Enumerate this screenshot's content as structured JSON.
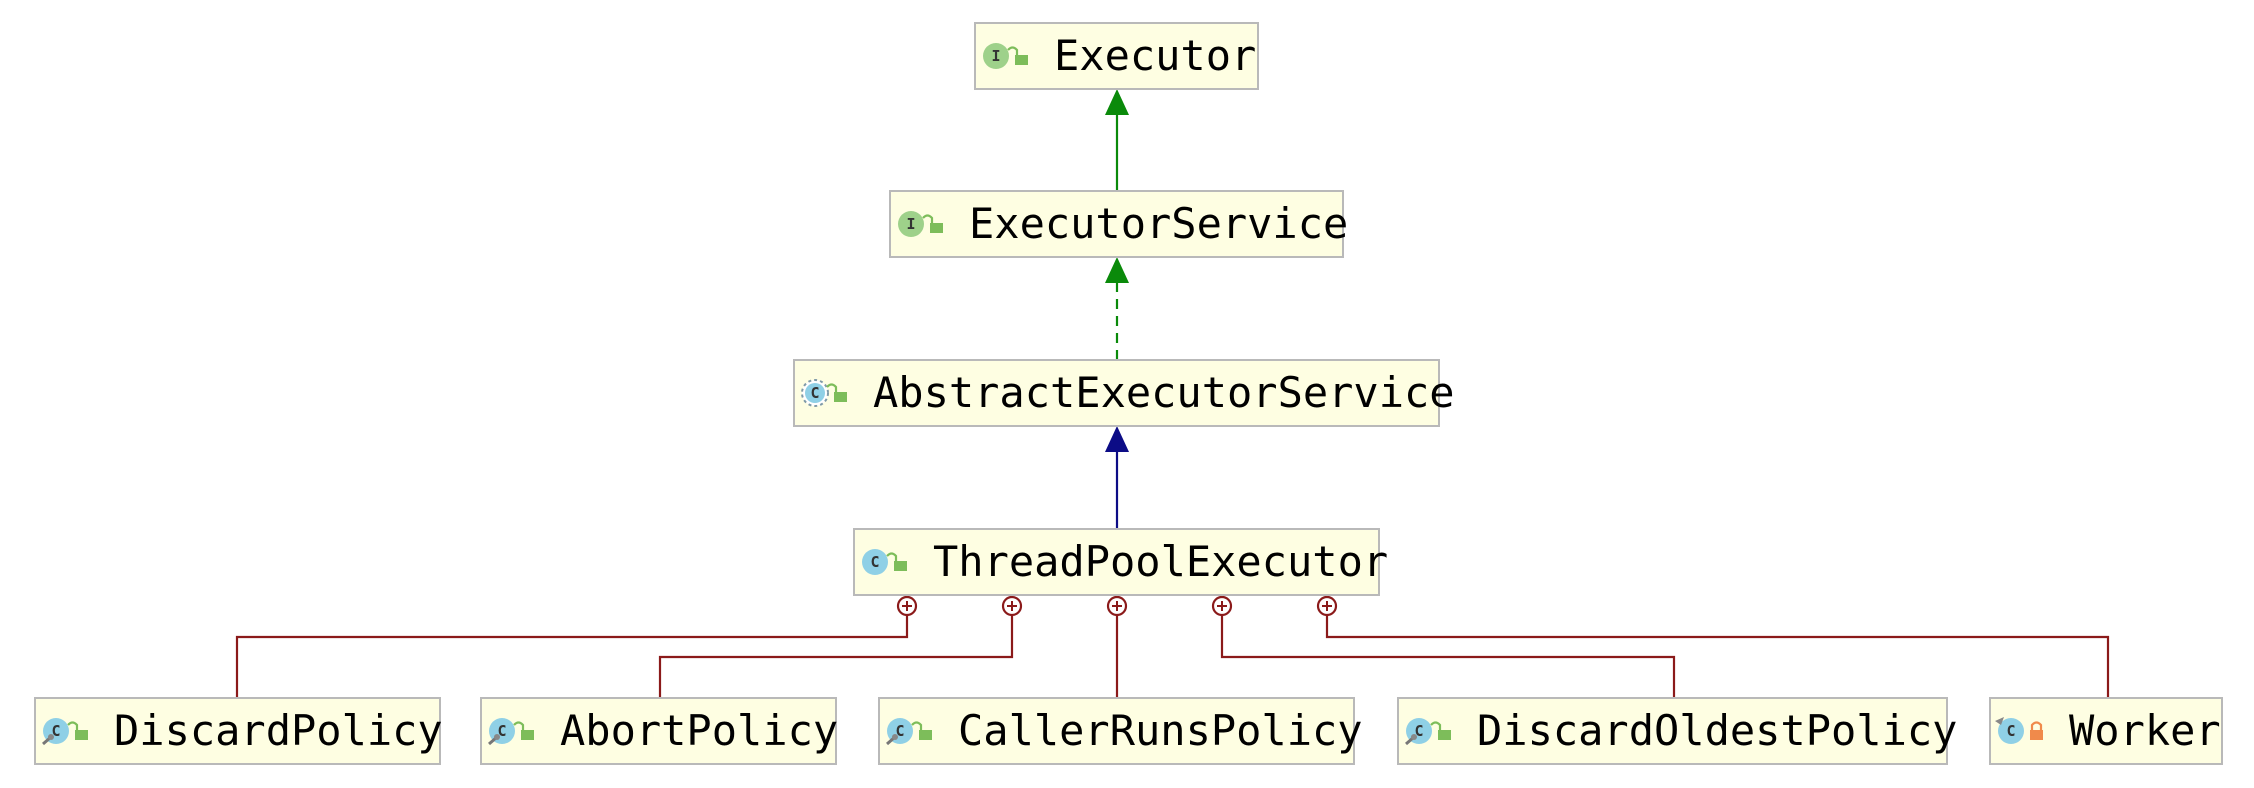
{
  "colors": {
    "node_fill": "#fefee2",
    "node_border": "#b9b9b9",
    "extends_interface": "#0a8a0a",
    "implements": "#0a8a0a",
    "extends_class": "#0c0c86",
    "inner_class": "#8b1a1a",
    "interface_badge": "#9ed18a",
    "class_badge": "#8fd0e6",
    "public_lock": "#7dbd5a",
    "private_lock": "#f08a4b"
  },
  "nodes": [
    {
      "id": "executor",
      "label": "Executor",
      "kind": "interface",
      "badge_letter": "I",
      "access": "public"
    },
    {
      "id": "executor-service",
      "label": "ExecutorService",
      "kind": "interface",
      "badge_letter": "I",
      "access": "public"
    },
    {
      "id": "abstract-executor-service",
      "label": "AbstractExecutorService",
      "kind": "abstract-class",
      "badge_letter": "C",
      "access": "public"
    },
    {
      "id": "thread-pool-executor",
      "label": "ThreadPoolExecutor",
      "kind": "class",
      "badge_letter": "C",
      "access": "public"
    },
    {
      "id": "discard-policy",
      "label": "DiscardPolicy",
      "kind": "static-inner-class",
      "badge_letter": "C",
      "access": "public"
    },
    {
      "id": "abort-policy",
      "label": "AbortPolicy",
      "kind": "static-inner-class",
      "badge_letter": "C",
      "access": "public"
    },
    {
      "id": "caller-runs-policy",
      "label": "CallerRunsPolicy",
      "kind": "static-inner-class",
      "badge_letter": "C",
      "access": "public"
    },
    {
      "id": "discard-oldest-policy",
      "label": "DiscardOldestPolicy",
      "kind": "static-inner-class",
      "badge_letter": "C",
      "access": "public"
    },
    {
      "id": "worker",
      "label": "Worker",
      "kind": "inner-class",
      "badge_letter": "C",
      "access": "private"
    }
  ],
  "edges": [
    {
      "from": "executor-service",
      "to": "executor",
      "type": "extends-interface"
    },
    {
      "from": "abstract-executor-service",
      "to": "executor-service",
      "type": "implements"
    },
    {
      "from": "thread-pool-executor",
      "to": "abstract-executor-service",
      "type": "extends-class"
    },
    {
      "from": "discard-policy",
      "to": "thread-pool-executor",
      "type": "inner-class"
    },
    {
      "from": "abort-policy",
      "to": "thread-pool-executor",
      "type": "inner-class"
    },
    {
      "from": "caller-runs-policy",
      "to": "thread-pool-executor",
      "type": "inner-class"
    },
    {
      "from": "discard-oldest-policy",
      "to": "thread-pool-executor",
      "type": "inner-class"
    },
    {
      "from": "worker",
      "to": "thread-pool-executor",
      "type": "inner-class"
    }
  ]
}
